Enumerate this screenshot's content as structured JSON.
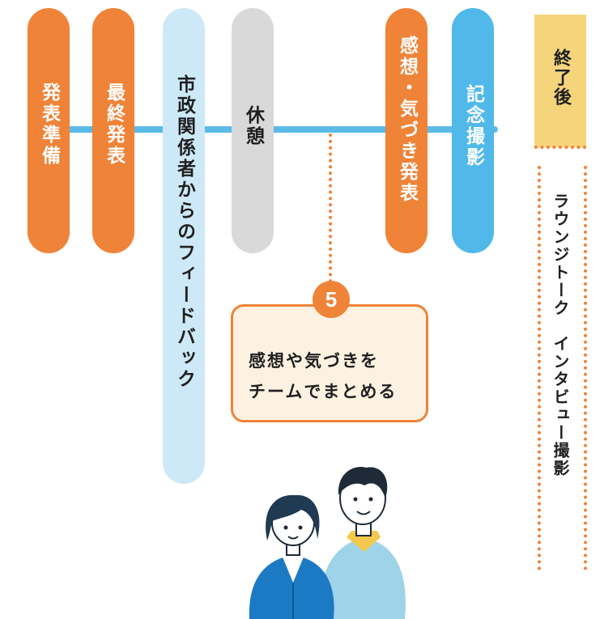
{
  "timeline": {
    "steps": [
      {
        "label": "発表準備"
      },
      {
        "label": "最終発表"
      },
      {
        "label": "市政関係者からのフィードバック"
      },
      {
        "label": "休憩"
      },
      {
        "label": "感想・気づき発表"
      },
      {
        "label": "記念撮影"
      }
    ]
  },
  "callout": {
    "number": "5",
    "line1": "感想や気づきを",
    "line2": "チームでまとめる"
  },
  "after_session": {
    "title": "終了後",
    "activity": "ラウンジトーク　インタビュー撮影"
  },
  "colors": {
    "orange": "#ef8338",
    "light_blue": "#cde9f7",
    "gray": "#d9d9d9",
    "blue": "#51b9ea",
    "yellow": "#f5d47c"
  }
}
